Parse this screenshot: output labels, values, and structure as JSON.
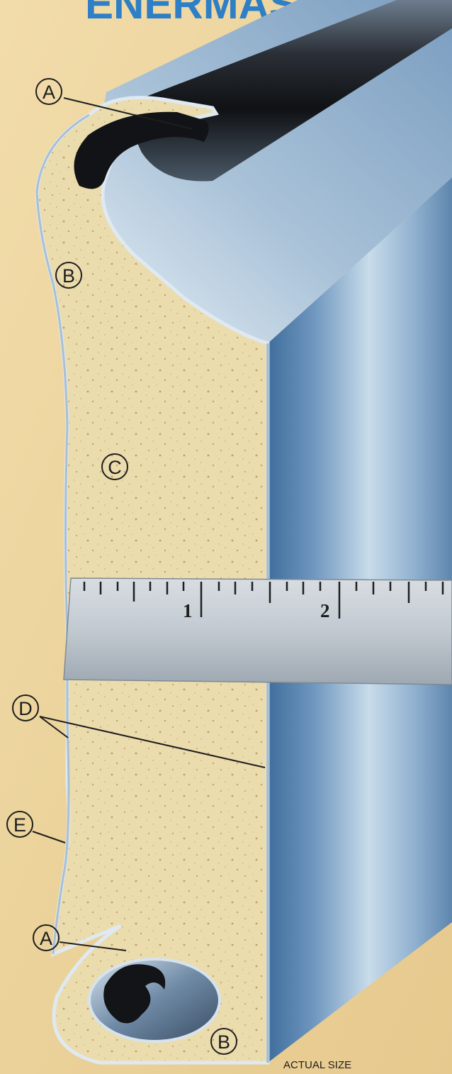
{
  "title_fragment": "ENERMASTER",
  "caption": "ACTUAL SIZE",
  "callouts": {
    "a_top": "A",
    "b_top": "B",
    "c": "C",
    "d": "D",
    "e": "E",
    "a_bottom": "A",
    "b_bottom": "B"
  },
  "ruler": {
    "mark_1": "1",
    "mark_2": "2"
  },
  "colors": {
    "background": "#efd8a4",
    "title_blue": "#2e7fc6",
    "foam_core": "#ebdcae",
    "steel_skin": "#b9d1e3",
    "steel_dark": "#5f86ad",
    "weatherseal": "#1a1a1a",
    "ruler": "#c4ccd3",
    "line_ink": "#1e1e1e"
  }
}
